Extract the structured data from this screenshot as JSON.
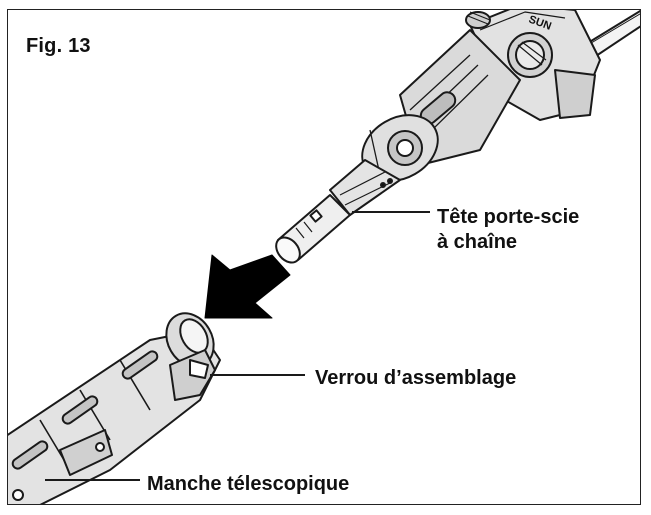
{
  "figure": {
    "label": "Fig. 13"
  },
  "callouts": {
    "head": [
      "Tête porte-scie",
      "à chaîne"
    ],
    "lock": "Verrou d’assemblage",
    "handle": "Manche télescopique"
  },
  "brand_fragment": "SUN",
  "colors": {
    "line": "#1a1a1a",
    "body": "#e4e4e4",
    "shade": "#bdbdbd",
    "arrow": "#000000"
  }
}
